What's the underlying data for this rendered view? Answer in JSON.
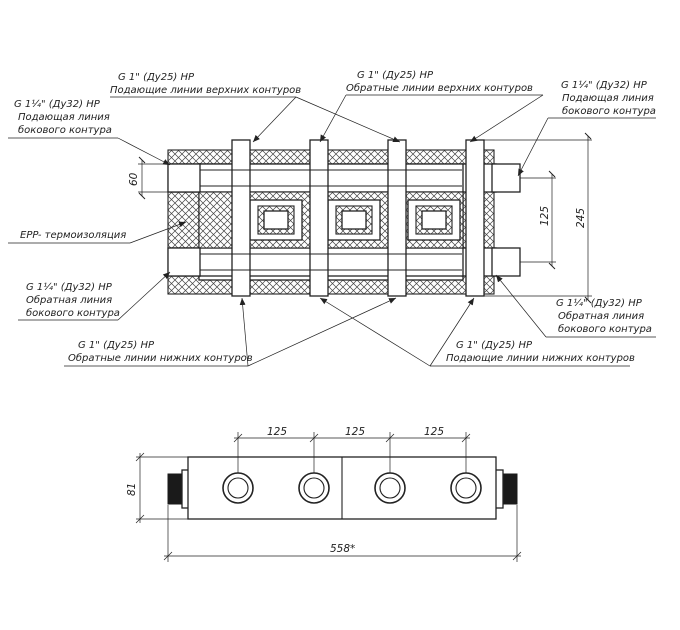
{
  "labels": {
    "top_left_supply_size": "G 1\" (Ду25) НР",
    "top_left_supply_desc": "Подающие линии верхних контуров",
    "top_mid_return_size": "G 1\" (Ду25) НР",
    "top_mid_return_desc": "Обратные линии верхних контуров",
    "right_supply_size": "G 1¼\" (Ду32) НР",
    "right_supply_desc1": "Подающая линия",
    "right_supply_desc2": "бокового контура",
    "left_supply_size": "G 1¼\" (Ду32) НР",
    "left_supply_desc1": "Подающая линия",
    "left_supply_desc2": "бокового контура",
    "insulation": "EPP- термоизоляция",
    "left_return_size": "G 1¼\" (Ду32) НР",
    "left_return_desc1": "Обратная линия",
    "left_return_desc2": "бокового контура",
    "right_return_size": "G 1¼\" (Ду32) НР",
    "right_return_desc1": "Обратная линия",
    "right_return_desc2": "бокового контура",
    "bottom_left_return_size": "G 1\" (Ду25) НР",
    "bottom_left_return_desc": "Обратные линии нижних контуров",
    "bottom_right_supply_size": "G 1\" (Ду25) НР",
    "bottom_right_supply_desc": "Подающие линии нижних контуров"
  },
  "dimensions": {
    "d60": "60",
    "d125_side": "125",
    "d245": "245",
    "d125_a": "125",
    "d125_b": "125",
    "d125_c": "125",
    "d81": "81",
    "d558": "558*"
  }
}
